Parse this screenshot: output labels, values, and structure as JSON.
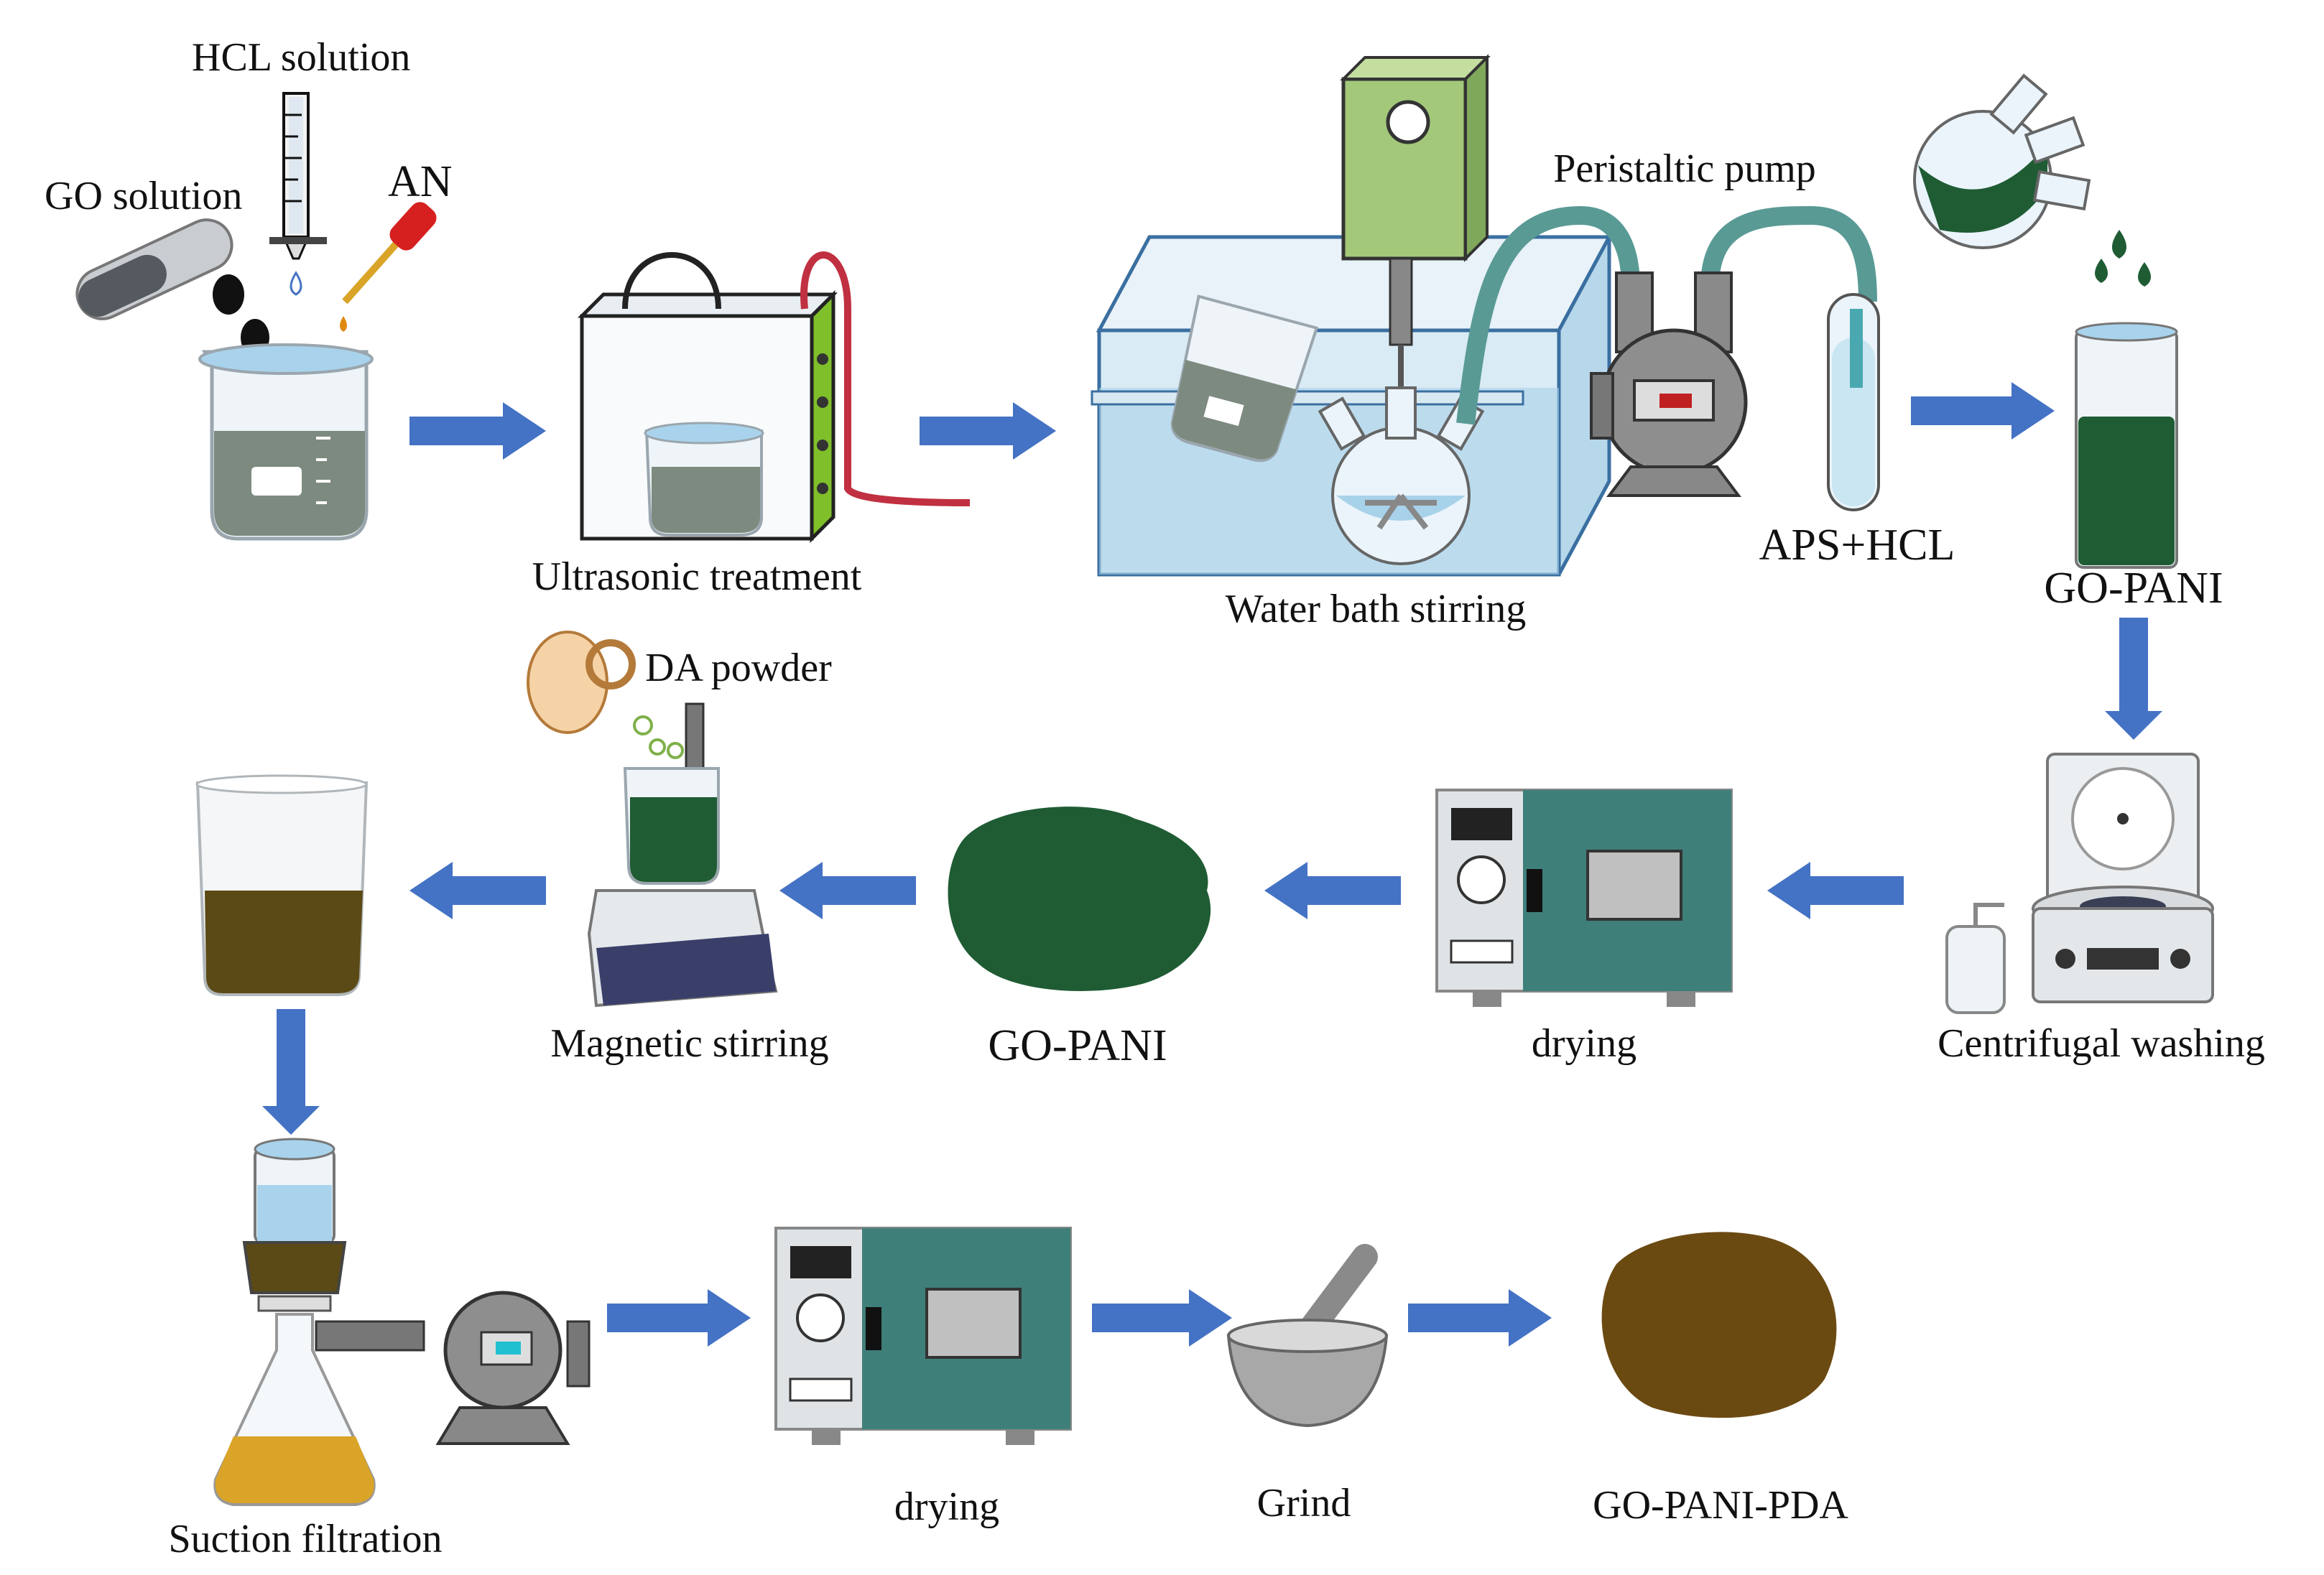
{
  "labels": {
    "hcl_solution": "HCL solution",
    "go_solution": "GO solution",
    "an": "AN",
    "ultrasonic_treatment": "Ultrasonic treatment",
    "peristaltic_pump": "Peristaltic pump",
    "water_bath_stirring": "Water bath stirring",
    "aps_hcl": "APS+HCL",
    "go_pani_top": "GO-PANI",
    "da_powder": "DA powder",
    "magnetic_stirring": "Magnetic stirring",
    "go_pani_mid": "GO-PANI",
    "drying_mid": "drying",
    "centrifugal_washing": "Centrifugal washing",
    "suction_filtration": "Suction filtration",
    "drying_bottom": "drying",
    "grind": "Grind",
    "go_pani_pda": "GO-PANI-PDA"
  },
  "colors": {
    "arrow": "#4472c4",
    "go_pani_green": "#1f5c34",
    "pda_brown": "#6b4a12",
    "beaker_liquid": "#7d8a80",
    "oven_panel": "#3f7f7a",
    "filtrate_yellow": "#d9a428",
    "mix_brown": "#5b4a16"
  }
}
